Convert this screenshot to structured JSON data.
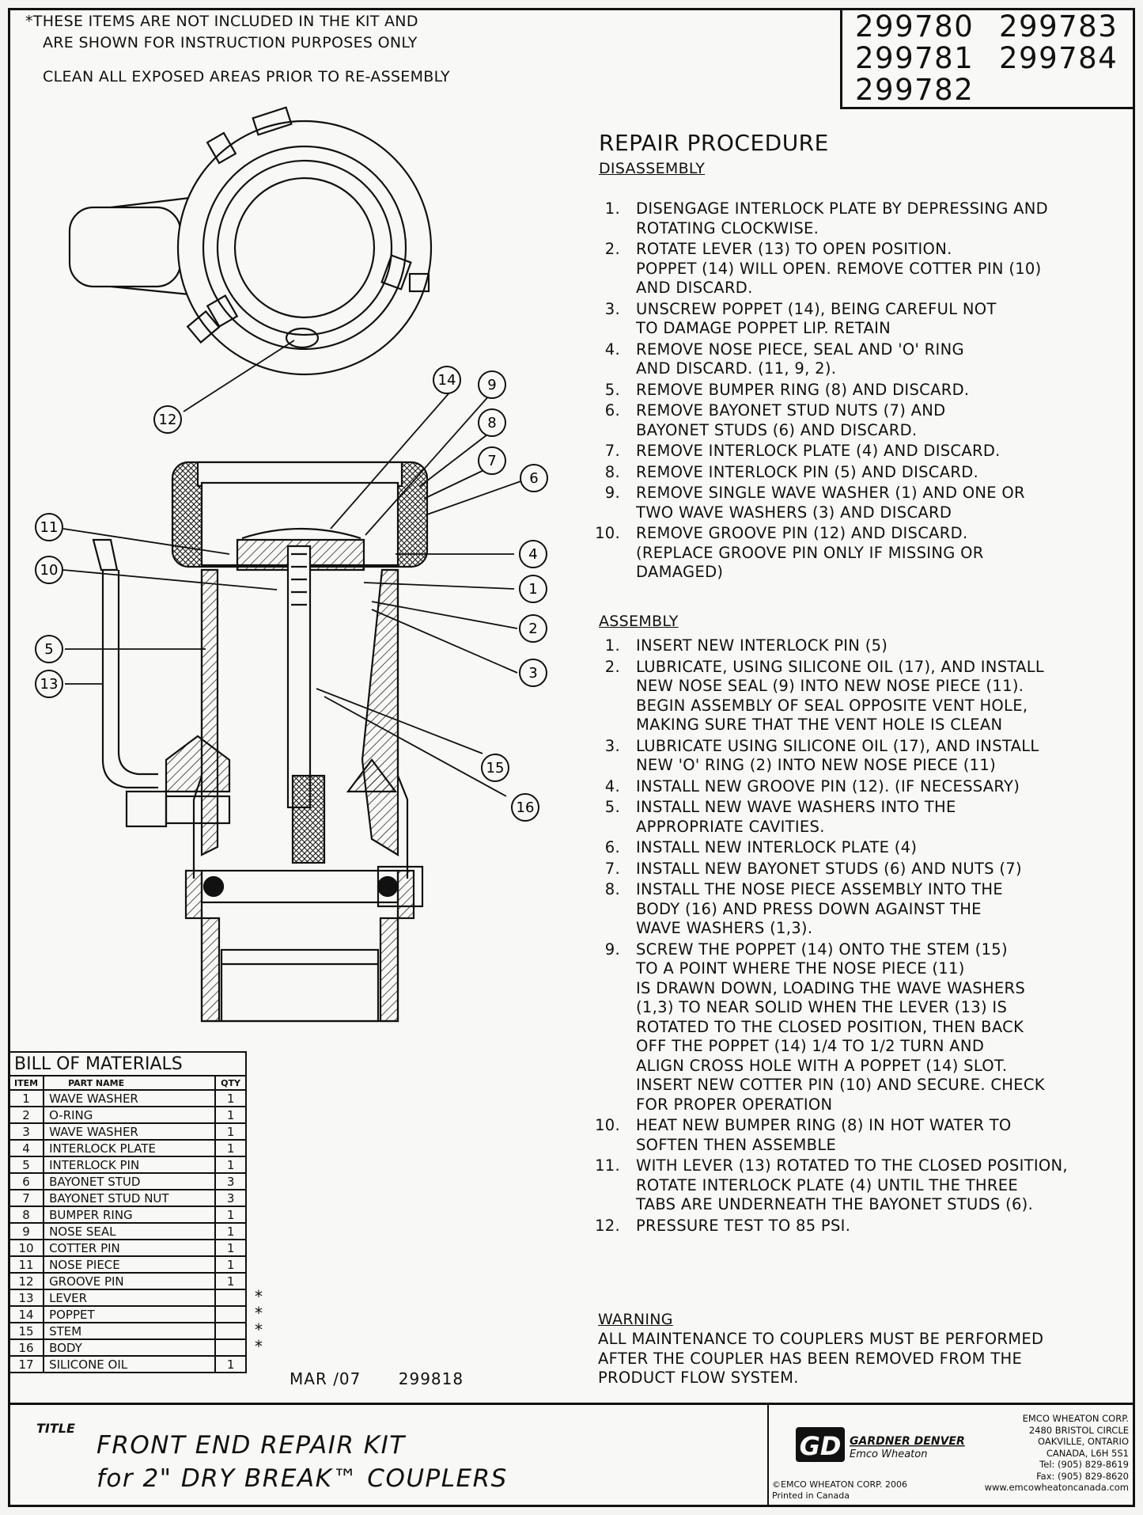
{
  "header": {
    "note_lines": [
      "*THESE ITEMS ARE NOT INCLUDED IN THE KIT AND",
      "ARE SHOWN FOR INSTRUCTION PURPOSES ONLY"
    ],
    "clean_note": "CLEAN ALL EXPOSED AREAS PRIOR TO RE-ASSEMBLY"
  },
  "part_numbers": [
    "299780",
    "299783",
    "299781",
    "299784",
    "299782"
  ],
  "repair_procedure": {
    "title": "REPAIR PROCEDURE",
    "disassembly_heading": "DISASSEMBLY",
    "disassembly_steps": [
      {
        "n": "1.",
        "text": "DISENGAGE INTERLOCK PLATE BY DEPRESSING AND\nROTATING CLOCKWISE."
      },
      {
        "n": "2.",
        "text": "ROTATE LEVER (13) TO OPEN POSITION.\nPOPPET (14) WILL OPEN. REMOVE COTTER PIN (10)\nAND DISCARD."
      },
      {
        "n": "3.",
        "text": "UNSCREW POPPET (14), BEING CAREFUL NOT\nTO DAMAGE POPPET LIP. RETAIN"
      },
      {
        "n": "4.",
        "text": "REMOVE NOSE PIECE, SEAL AND 'O' RING\nAND DISCARD. (11, 9, 2)."
      },
      {
        "n": "5.",
        "text": "REMOVE BUMPER RING (8) AND DISCARD."
      },
      {
        "n": "6.",
        "text": "REMOVE BAYONET STUD NUTS (7) AND\nBAYONET STUDS (6) AND DISCARD."
      },
      {
        "n": "7.",
        "text": "REMOVE INTERLOCK PLATE (4) AND DISCARD."
      },
      {
        "n": "8.",
        "text": "REMOVE INTERLOCK PIN (5) AND DISCARD."
      },
      {
        "n": "9.",
        "text": "REMOVE SINGLE WAVE WASHER (1) AND ONE OR\nTWO WAVE WASHERS (3) AND DISCARD"
      },
      {
        "n": "10.",
        "text": "REMOVE GROOVE PIN (12) AND DISCARD.\n(REPLACE GROOVE PIN ONLY IF MISSING OR\nDAMAGED)"
      }
    ],
    "assembly_heading": "ASSEMBLY",
    "assembly_steps": [
      {
        "n": "1.",
        "text": "INSERT NEW INTERLOCK PIN (5)"
      },
      {
        "n": "2.",
        "text": "LUBRICATE, USING SILICONE OIL (17), AND INSTALL\nNEW NOSE SEAL (9) INTO NEW NOSE PIECE (11).\nBEGIN ASSEMBLY OF SEAL OPPOSITE VENT HOLE,\nMAKING SURE THAT THE VENT HOLE IS CLEAN"
      },
      {
        "n": "3.",
        "text": "LUBRICATE USING SILICONE OIL (17), AND INSTALL\nNEW 'O' RING (2) INTO NEW NOSE PIECE (11)"
      },
      {
        "n": "4.",
        "text": "INSTALL NEW GROOVE PIN (12). (IF NECESSARY)"
      },
      {
        "n": "5.",
        "text": "INSTALL NEW WAVE WASHERS INTO THE\nAPPROPRIATE CAVITIES."
      },
      {
        "n": "6.",
        "text": "INSTALL NEW INTERLOCK PLATE (4)"
      },
      {
        "n": "7.",
        "text": "INSTALL NEW BAYONET STUDS (6) AND NUTS (7)"
      },
      {
        "n": "8.",
        "text": "INSTALL THE NOSE PIECE ASSEMBLY INTO THE\nBODY (16) AND PRESS DOWN AGAINST THE\nWAVE WASHERS (1,3)."
      },
      {
        "n": "9.",
        "text": "SCREW THE POPPET (14) ONTO THE STEM (15)\nTO A POINT WHERE THE NOSE PIECE (11)\nIS DRAWN DOWN, LOADING THE WAVE WASHERS\n(1,3) TO NEAR SOLID WHEN THE LEVER (13) IS\nROTATED TO THE CLOSED POSITION, THEN BACK\nOFF THE POPPET (14) 1/4 TO 1/2  TURN AND\nALIGN CROSS HOLE WITH A POPPET (14) SLOT.\nINSERT NEW COTTER PIN (10) AND SECURE. CHECK\nFOR PROPER OPERATION"
      },
      {
        "n": "10.",
        "text": "HEAT NEW BUMPER RING (8) IN HOT WATER TO\nSOFTEN THEN ASSEMBLE"
      },
      {
        "n": "11.",
        "text": "WITH LEVER (13) ROTATED TO THE CLOSED POSITION,\nROTATE INTERLOCK PLATE (4) UNTIL THE THREE\nTABS ARE UNDERNEATH THE BAYONET STUDS (6)."
      },
      {
        "n": "12.",
        "text": "PRESSURE TEST TO 85 PSI."
      }
    ],
    "warning_heading": "WARNING",
    "warning_text": "ALL MAINTENANCE TO COUPLERS MUST BE PERFORMED\nAFTER THE COUPLER HAS BEEN REMOVED FROM THE\nPRODUCT FLOW SYSTEM."
  },
  "bill_of_materials": {
    "title": "BILL OF MATERIALS",
    "columns": [
      "ITEM",
      "PART NAME",
      "QTY"
    ],
    "rows": [
      {
        "item": "1",
        "name": "WAVE WASHER",
        "qty": "1",
        "star": ""
      },
      {
        "item": "2",
        "name": "O-RING",
        "qty": "1",
        "star": ""
      },
      {
        "item": "3",
        "name": "WAVE WASHER",
        "qty": "1",
        "star": ""
      },
      {
        "item": "4",
        "name": "INTERLOCK PLATE",
        "qty": "1",
        "star": ""
      },
      {
        "item": "5",
        "name": "INTERLOCK PIN",
        "qty": "1",
        "star": ""
      },
      {
        "item": "6",
        "name": "BAYONET STUD",
        "qty": "3",
        "star": ""
      },
      {
        "item": "7",
        "name": "BAYONET STUD NUT",
        "qty": "3",
        "star": ""
      },
      {
        "item": "8",
        "name": "BUMPER RING",
        "qty": "1",
        "star": ""
      },
      {
        "item": "9",
        "name": "NOSE SEAL",
        "qty": "1",
        "star": ""
      },
      {
        "item": "10",
        "name": "COTTER PIN",
        "qty": "1",
        "star": ""
      },
      {
        "item": "11",
        "name": "NOSE PIECE",
        "qty": "1",
        "star": ""
      },
      {
        "item": "12",
        "name": "GROOVE PIN",
        "qty": "1",
        "star": ""
      },
      {
        "item": "13",
        "name": "LEVER",
        "qty": "",
        "star": "*"
      },
      {
        "item": "14",
        "name": "POPPET",
        "qty": "",
        "star": "*"
      },
      {
        "item": "15",
        "name": "STEM",
        "qty": "",
        "star": "*"
      },
      {
        "item": "16",
        "name": "BODY",
        "qty": "",
        "star": "*"
      },
      {
        "item": "17",
        "name": "SILICONE OIL",
        "qty": "1",
        "star": ""
      }
    ]
  },
  "date_code": "MAR /07",
  "doc_number": "299818",
  "callouts": [
    "12",
    "14",
    "9",
    "8",
    "7",
    "6",
    "11",
    "10",
    "4",
    "1",
    "2",
    "3",
    "5",
    "13",
    "15",
    "16"
  ],
  "title_block": {
    "label": "TITLE",
    "title": "FRONT END REPAIR KIT\nfor 2\" DRY BREAK™ COUPLERS",
    "logo_mark": "GD",
    "logo_name": "GARDNER DENVER",
    "logo_sub": "Emco Wheaton",
    "copyright": "©EMCO WHEATON CORP. 2006\nPrinted in Canada",
    "address": "EMCO WHEATON CORP.\n2480 BRISTOL CIRCLE\nOAKVILLE, ONTARIO\nCANADA, L6H 5S1\nTel: (905) 829-8619\nFax: (905) 829-8620\nwww.emcowheatoncanada.com"
  },
  "colors": {
    "ink": "#111111",
    "paper": "#f8f8f6"
  }
}
